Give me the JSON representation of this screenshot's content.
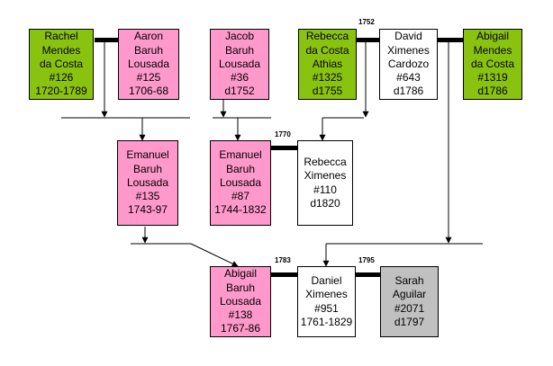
{
  "colors": {
    "green": "#8ac30f",
    "pink": "#ff99cc",
    "white": "#ffffff",
    "grey": "#c0c0c0",
    "line": "#000000"
  },
  "people": {
    "rachel": {
      "color": "green",
      "lines": [
        "Rachel",
        "Mendes",
        "da Costa",
        "#126",
        "1720-1789"
      ]
    },
    "aaron": {
      "color": "pink",
      "lines": [
        "Aaron",
        "Baruh",
        "Lousada",
        "#125",
        "1706-68"
      ]
    },
    "jacob": {
      "color": "pink",
      "lines": [
        "Jacob",
        "Baruh",
        "Lousada",
        "#36",
        "d1752"
      ]
    },
    "rebeccaA": {
      "color": "green",
      "lines": [
        "Rebecca",
        "da Costa",
        "Athias",
        "#1325",
        "d1755"
      ]
    },
    "david": {
      "color": "white",
      "lines": [
        "David",
        "Ximenes",
        "Cardozo",
        "#643",
        "d1786"
      ]
    },
    "abigailM": {
      "color": "green",
      "lines": [
        "Abigail",
        "Mendes",
        "da Costa",
        "#1319",
        "d1786"
      ]
    },
    "emanuel1": {
      "color": "pink",
      "lines": [
        "Emanuel",
        "Baruh",
        "Lousada",
        "#135",
        "1743-97"
      ]
    },
    "emanuel2": {
      "color": "pink",
      "lines": [
        "Emanuel",
        "Baruh",
        "Lousada",
        "#87",
        "1744-1832"
      ]
    },
    "rebeccaX": {
      "color": "white",
      "lines": [
        "Rebecca",
        "Ximenes",
        "#110",
        "d1820"
      ]
    },
    "abigailB": {
      "color": "pink",
      "lines": [
        "Abigail",
        "Baruh",
        "Lousada",
        "#138",
        "1767-86"
      ]
    },
    "daniel": {
      "color": "white",
      "lines": [
        "Daniel",
        "Ximenes",
        "#951",
        "1761-1829"
      ]
    },
    "sarah": {
      "color": "grey",
      "lines": [
        "Sarah",
        "Aguilar",
        "#2071",
        "d1797"
      ]
    }
  },
  "marriages": {
    "m1752": "1752",
    "m1770": "1770",
    "m1783": "1783",
    "m1795": "1795"
  }
}
